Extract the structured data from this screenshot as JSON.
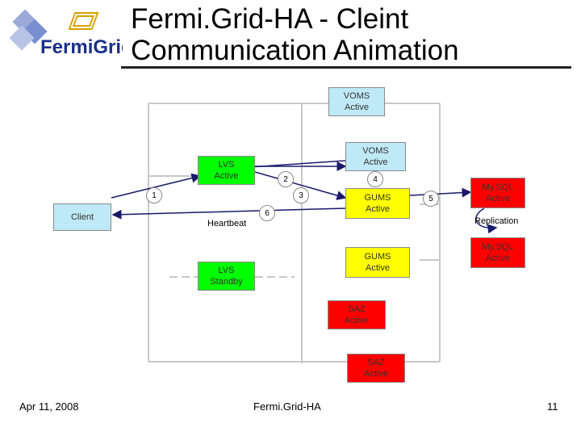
{
  "slide": {
    "title": "Fermi.Grid-HA - Cleint\nCommunication Animation",
    "logo_text": "FermiGrid",
    "footer_date": "Apr 11, 2008",
    "footer_center": "Fermi.Grid-HA",
    "page_number": "11"
  },
  "nodes": {
    "voms_top": "VOMS\nActive",
    "voms_mid": "VOMS\nActive",
    "lvs_active": "LVS\nActive",
    "lvs_standby": "LVS\nStandby",
    "client": "Client",
    "gums_active_1": "GUMS\nActive",
    "gums_active_2": "GUMS\nActive",
    "saz_active_1": "SAZ\nActive",
    "saz_active_2": "SAZ\nActive",
    "mysql_active_1": "My.SQL\nActive",
    "mysql_active_2": "My.SQL\nActive"
  },
  "labels": {
    "heartbeat": "Heartbeat",
    "replication": "Replication"
  },
  "steps": [
    "1",
    "2",
    "3",
    "4",
    "5",
    "6"
  ],
  "colors": {
    "voms": "#bfe9f7",
    "lvs": "#00ff00",
    "gums": "#ffff00",
    "saz": "#ff0000",
    "mysql": "#ff0000"
  }
}
